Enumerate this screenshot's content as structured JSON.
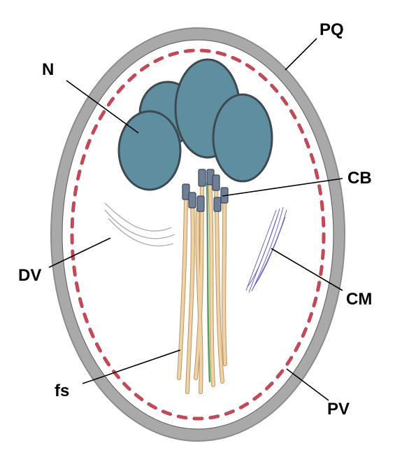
{
  "labels": {
    "pq": "PQ",
    "n": "N",
    "cb": "CB",
    "dv": "DV",
    "cm": "CM",
    "fs": "fs",
    "pv": "PV"
  },
  "colors": {
    "wall": "#a9a9a9",
    "wall_edge": "#8c8c8c",
    "cytoplasm": "#ffffff",
    "vesicle": "#c24a58",
    "nucleus": "#5e8e9f",
    "nucleus_edge": "#3d4a52",
    "flagella": "#f0d2a4",
    "flagella_edge": "#b9966a",
    "flagellum_green": "#5aa05a",
    "basal_body": "#6f7f96",
    "cm_fibers": "#6b68c8",
    "dv_lines": "#b0b0b0",
    "leader": "#000000"
  }
}
